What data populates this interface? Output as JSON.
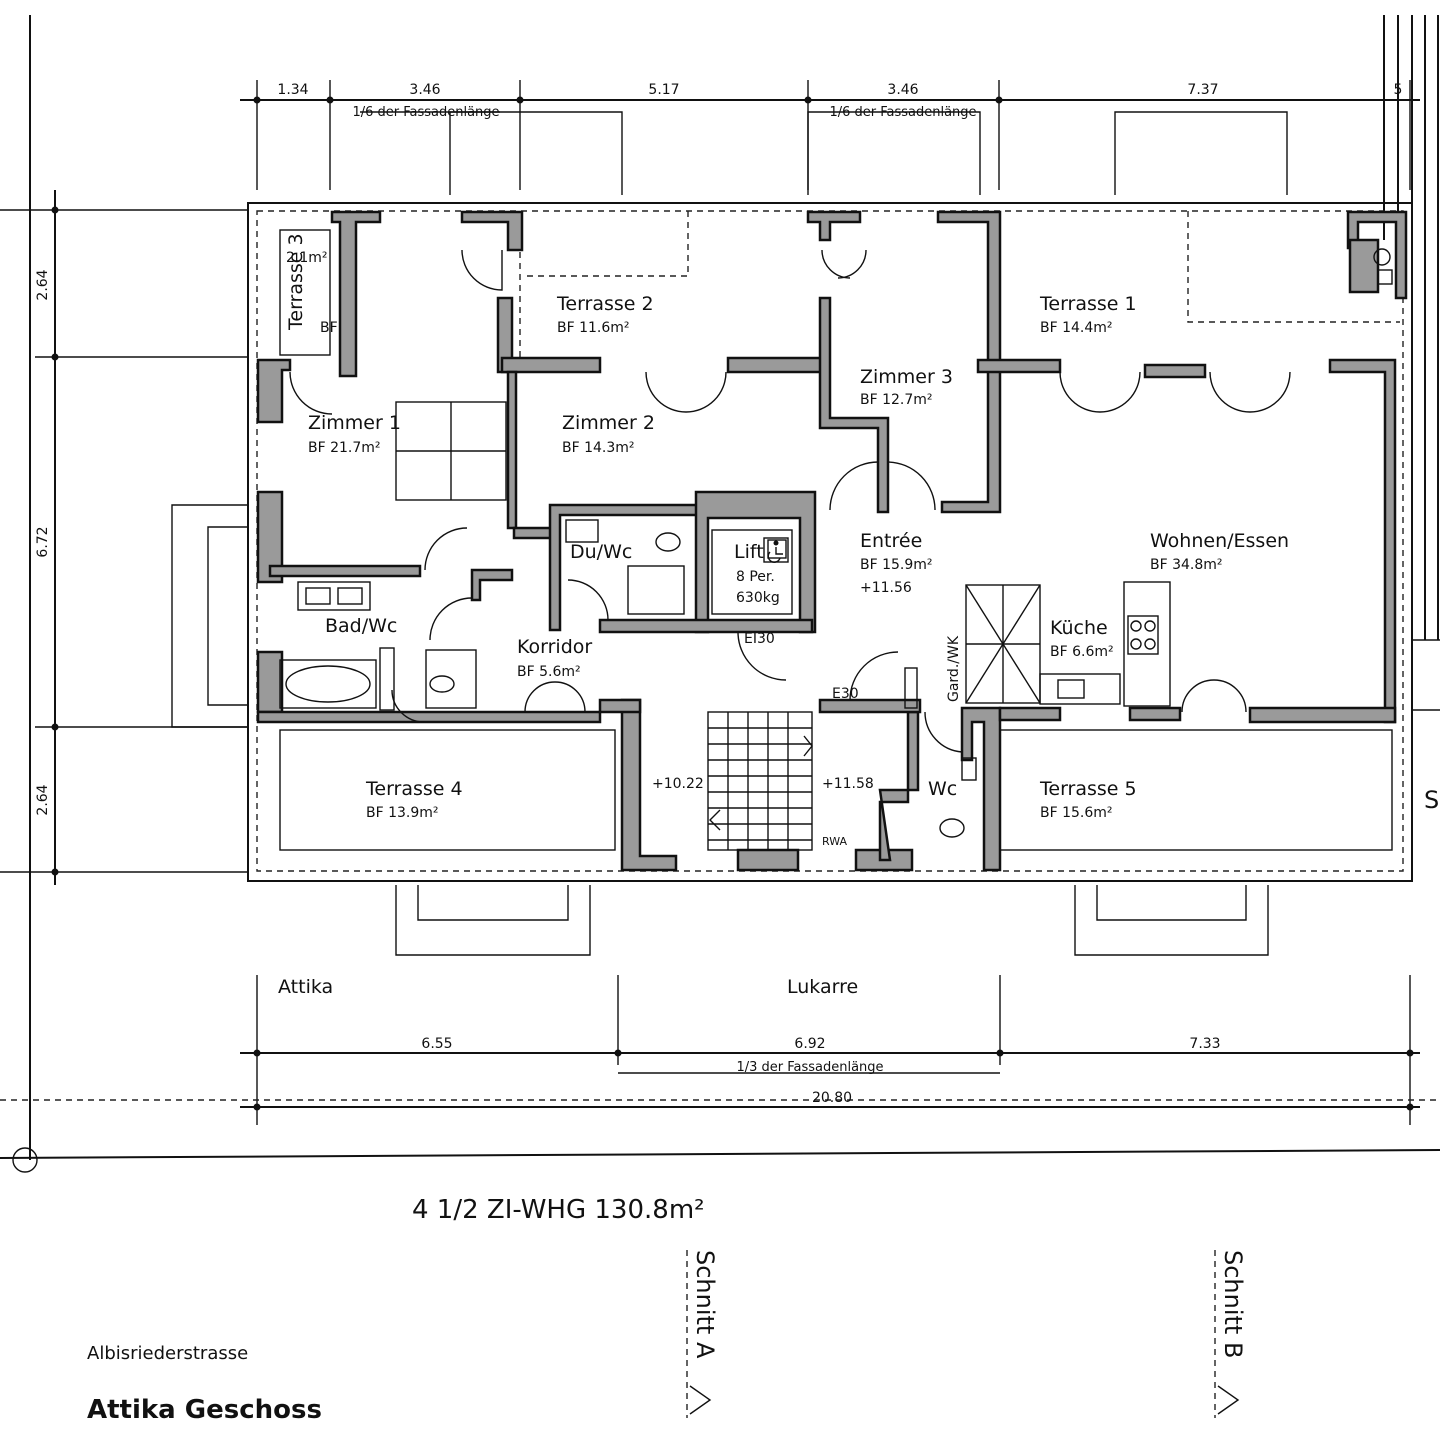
{
  "drawing": {
    "apartment_label": "4 1/2 ZI-WHG 130.8m²",
    "street": "Albisriederstrasse",
    "floor_title": "Attika Geschoss",
    "section_a": "Schnitt A",
    "section_b": "Schnitt B",
    "edge_letter": "S"
  },
  "top_dims": {
    "d1": "1.34",
    "d2": "3.46",
    "d3": "5.17",
    "d4": "3.46",
    "d5": "7.37",
    "d6": "5",
    "note_left": "1/6 der Fassadenlänge",
    "note_right": "1/6 der Fassadenlänge"
  },
  "left_dims": {
    "d1": "2.64",
    "d2": "6.72",
    "d3": "2.64"
  },
  "bottom_dims": {
    "attika": "Attika",
    "lukarre": "Lukarre",
    "d1": "6.55",
    "d2": "6.92",
    "d3": "7.33",
    "note": "1/3 der Fassadenlänge",
    "total": "20.80"
  },
  "rooms": {
    "terrasse3": {
      "name": "Terrasse 3",
      "area": "2.1m²",
      "bf": "BF"
    },
    "terrasse2": {
      "name": "Terrasse 2",
      "area": "BF  11.6m²"
    },
    "terrasse1": {
      "name": "Terrasse 1",
      "area": "BF  14.4m²"
    },
    "zimmer3": {
      "name": "Zimmer 3",
      "area": "BF  12.7m²"
    },
    "zimmer1": {
      "name": "Zimmer 1",
      "area": "BF  21.7m²"
    },
    "zimmer2": {
      "name": "Zimmer 2",
      "area": "BF  14.3m²"
    },
    "duwc": {
      "name": "Du/Wc"
    },
    "lift": {
      "name": "Lift",
      "cap1": "8 Per.",
      "cap2": "630kg"
    },
    "entree": {
      "name": "Entrée",
      "area": "BF  15.9m²",
      "level": "+11.56"
    },
    "wohnen": {
      "name": "Wohnen/Essen",
      "area": "BF  34.8m²"
    },
    "badwc": {
      "name": "Bad/Wc"
    },
    "korridor": {
      "name": "Korridor",
      "area": "BF  5.6m²"
    },
    "kueche": {
      "name": "Küche",
      "area": "BF  6.6m²"
    },
    "gard": {
      "name": "Gard./WK"
    },
    "terrasse4": {
      "name": "Terrasse 4",
      "area": "BF  13.9m²"
    },
    "stair_low": {
      "level": "+10.22"
    },
    "stair_high": {
      "level": "+11.58"
    },
    "rwa": {
      "name": "RWA"
    },
    "wc": {
      "name": "Wc"
    },
    "terrasse5": {
      "name": "Terrasse 5",
      "area": "BF  15.6m²"
    }
  },
  "tags": {
    "ei30": "EI30",
    "e30": "E30"
  }
}
